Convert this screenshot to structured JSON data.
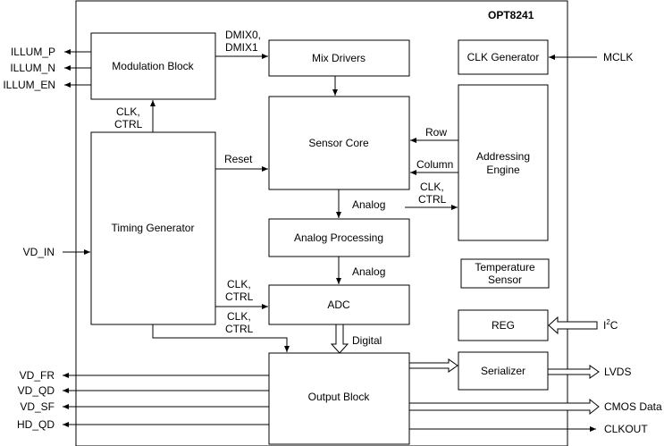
{
  "chip": {
    "name": "OPT8241"
  },
  "blocks": {
    "modulation": "Modulation Block",
    "mix_drivers": "Mix Drivers",
    "clk_generator": "CLK Generator",
    "sensor_core": "Sensor Core",
    "addressing_line1": "Addressing",
    "addressing_line2": "Engine",
    "timing_generator": "Timing Generator",
    "analog_processing": "Analog Processing",
    "temperature_line1": "Temperature",
    "temperature_line2": "Sensor",
    "adc": "ADC",
    "reg": "REG",
    "serializer": "Serializer",
    "output_block": "Output Block"
  },
  "signals": {
    "illum_p": "ILLUM_P",
    "illum_n": "ILLUM_N",
    "illum_en": "ILLUM_EN",
    "dmix0": "DMIX0,",
    "dmix1": "DMIX1",
    "mclk": "MCLK",
    "clk_ctrl_a1": "CLK,",
    "clk_ctrl_a2": "CTRL",
    "row": "Row",
    "reset": "Reset",
    "column": "Column",
    "clk_ctrl_b1": "CLK,",
    "clk_ctrl_b2": "CTRL",
    "analog_1": "Analog",
    "vd_in": "VD_IN",
    "analog_2": "Analog",
    "clk_ctrl_c1": "CLK,",
    "clk_ctrl_c2": "CTRL",
    "clk_ctrl_d1": "CLK,",
    "clk_ctrl_d2": "CTRL",
    "i2c_main": "I",
    "i2c_sup": "2",
    "i2c_end": "C",
    "digital": "Digital",
    "vd_fr": "VD_FR",
    "vd_qd": "VD_QD",
    "vd_sf": "VD_SF",
    "hd_qd": "HD_QD",
    "lvds": "LVDS",
    "cmos_data": "CMOS Data",
    "clkout": "CLKOUT"
  }
}
